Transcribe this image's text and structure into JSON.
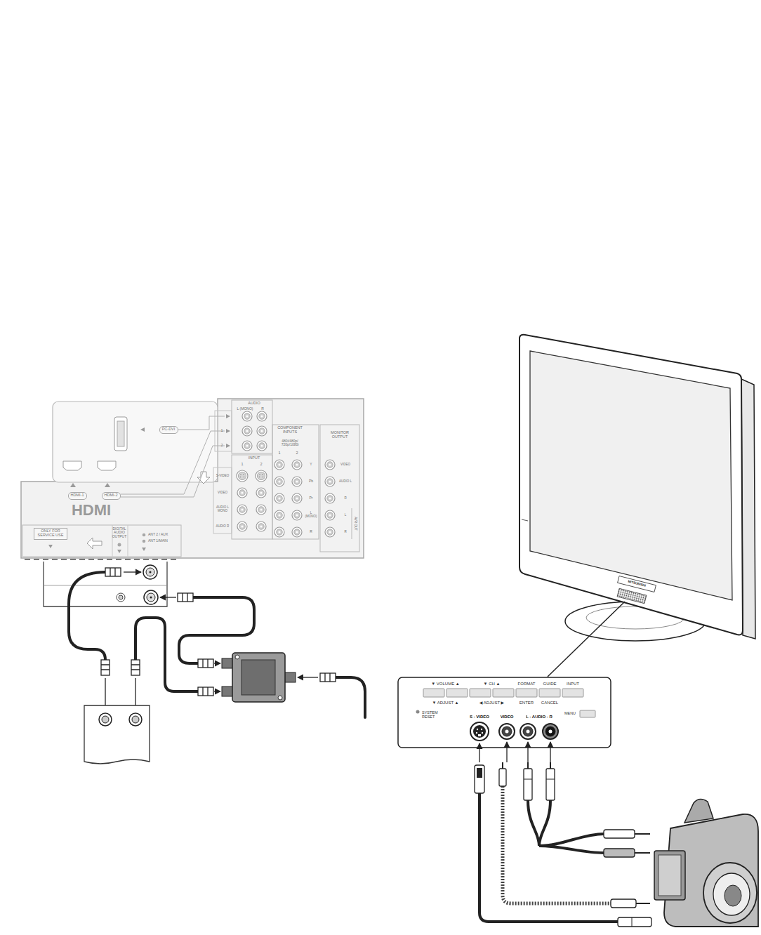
{
  "diagram": {
    "nodes": [
      {
        "text": [
          "PC-DVI"
        ]
      },
      {
        "text": [
          "HDMI-1"
        ]
      },
      {
        "text": [
          "HDMI-2"
        ]
      },
      {
        "text": [
          "ONLY FOR SERVICE USE"
        ]
      }
    ],
    "labels": [
      "AUDIO",
      "L (MONO)",
      "R",
      "1",
      "2",
      "COMPONENT INPUTS",
      "480i/480p/ 720p/1080i",
      "1",
      "2",
      "Y",
      "Pb",
      "Pr",
      "L (MONO)",
      "R",
      "INPUT",
      "1",
      "2",
      "S-VIDEO",
      "VIDEO",
      "AUDIO L MONO",
      "AUDIO R",
      "MONITOR OUTPUT",
      "VIDEO",
      "AUDIO L",
      "R",
      "L",
      "R",
      "AVR OUT",
      "HDMI",
      "DIGITAL AUDIO OUTPUT",
      "ANT 2 / AUX",
      "ANT 1/MAIN",
      "▼ VOLUME ▲",
      "▼ CH ▲",
      "FORMAT",
      "GUIDE",
      "INPUT",
      "▼ ADJUST ▲",
      "◀ ADJUST ▶",
      "ENTER",
      "CANCEL",
      "SYSTEM RESET",
      "MENU",
      "S - VIDEO",
      "VIDEO",
      "L - AUDIO - R",
      "MITSUBISHI"
    ]
  }
}
